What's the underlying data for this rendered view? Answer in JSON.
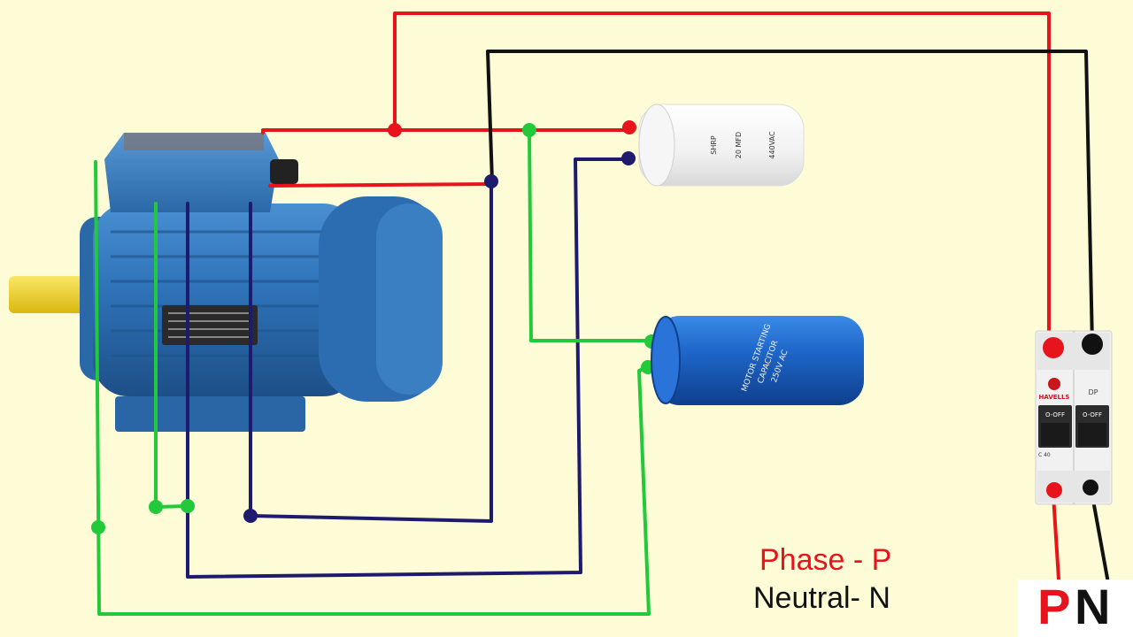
{
  "legend": {
    "phase": "Phase - P",
    "neutral": "Neutral- N"
  },
  "terminals": {
    "p": "P",
    "n": "N"
  },
  "breaker": {
    "brand": "HAVELLS",
    "pole": "DP",
    "left_switch": "O-OFF",
    "right_switch": "O-OFF",
    "rating": "C 40"
  },
  "run_capacitor": {
    "label_line1": "SHRP",
    "label_line2": "20 MFD",
    "label_line3": "440VAC"
  },
  "start_capacitor": {
    "label_line1": "MOTOR STARTING",
    "label_line2": "CAPACITOR",
    "label_line3": "250V AC"
  },
  "colors": {
    "background": "#fdfcd6",
    "phase_wire": "#e8141b",
    "neutral_wire": "#111111",
    "start_winding_wire": "#1e1a6e",
    "capacitor_wire": "#22c93a",
    "motor_body": "#2e72b8",
    "shaft": "#f2d42a"
  }
}
